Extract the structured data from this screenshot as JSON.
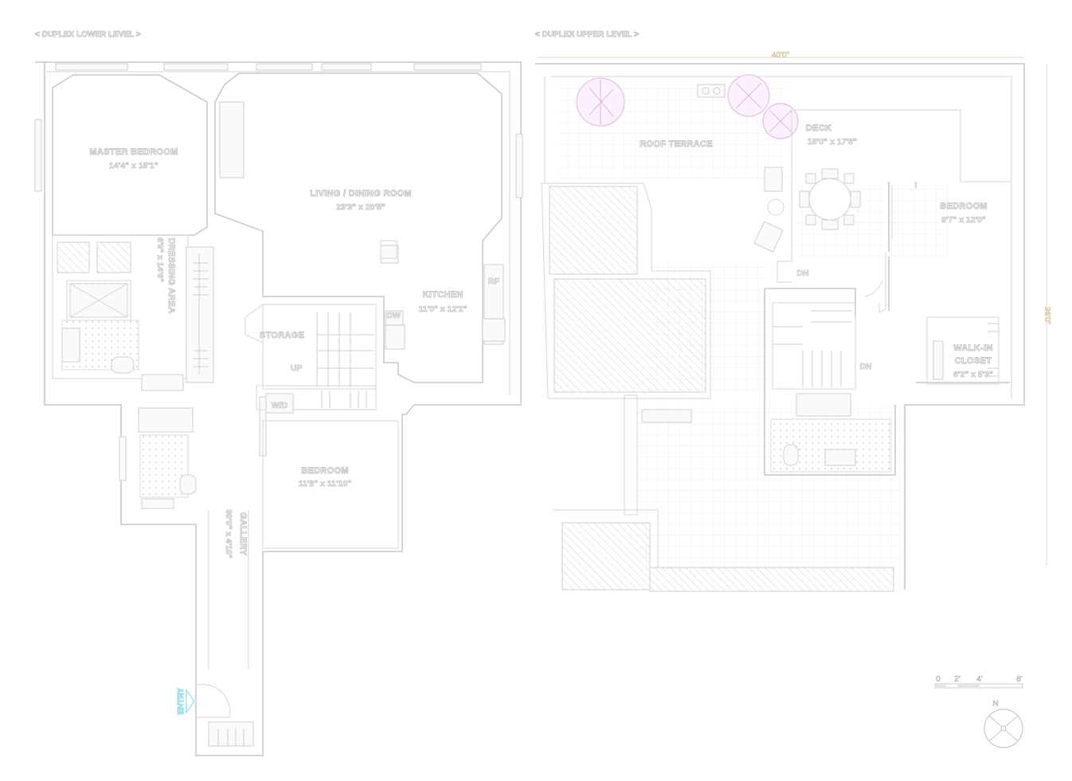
{
  "lower_level": {
    "title": "< DUPLEX LOWER LEVEL >",
    "rooms": {
      "master_bedroom": {
        "name": "MASTER BEDROOM",
        "size": "14'4\" x 15'1\""
      },
      "living_dining": {
        "name": "LIVING / DINING ROOM",
        "size": "23'3\" x 20'5\""
      },
      "dressing_area": {
        "name": "DRESSING AREA",
        "size": "6'9\" x 14'6\""
      },
      "kitchen": {
        "name": "KITCHEN",
        "size": "11'0\" x 12'2\""
      },
      "storage": {
        "name": "STORAGE"
      },
      "bedroom": {
        "name": "BEDROOM",
        "size": "11'8\" x 11'10\""
      },
      "gallery": {
        "name": "GALLERY",
        "size": "30'0\" x 4'10\""
      }
    },
    "fixtures": {
      "dw": "DW",
      "rf": "RF",
      "wd": "W/D"
    },
    "up_label": "UP",
    "entry_label": "ENTRY"
  },
  "upper_level": {
    "title": "< DUPLEX UPPER LEVEL >",
    "overall_width": "40'0\"",
    "overall_depth": "36'0\"",
    "rooms": {
      "roof_terrace": {
        "name": "ROOF TERRACE"
      },
      "deck": {
        "name": "DECK",
        "size": "15'0\" x 17'8\""
      },
      "bedroom": {
        "name": "BEDROOM",
        "size": "9'7\" x 12'0\""
      },
      "walk_in_closet": {
        "name_line1": "WALK-IN",
        "name_line2": "CLOSET",
        "size": "6'2\" x 5'3\""
      }
    },
    "dn_label": "DN"
  },
  "scale_bar": {
    "ticks": [
      "0",
      "2'",
      "4'",
      "8'"
    ]
  },
  "compass": {
    "north": "N"
  },
  "colors": {
    "wall": "#c9c9c9",
    "entry": "#7fd6ea",
    "tree": "#e0b3e0",
    "dimension": "#d9c7a3"
  }
}
